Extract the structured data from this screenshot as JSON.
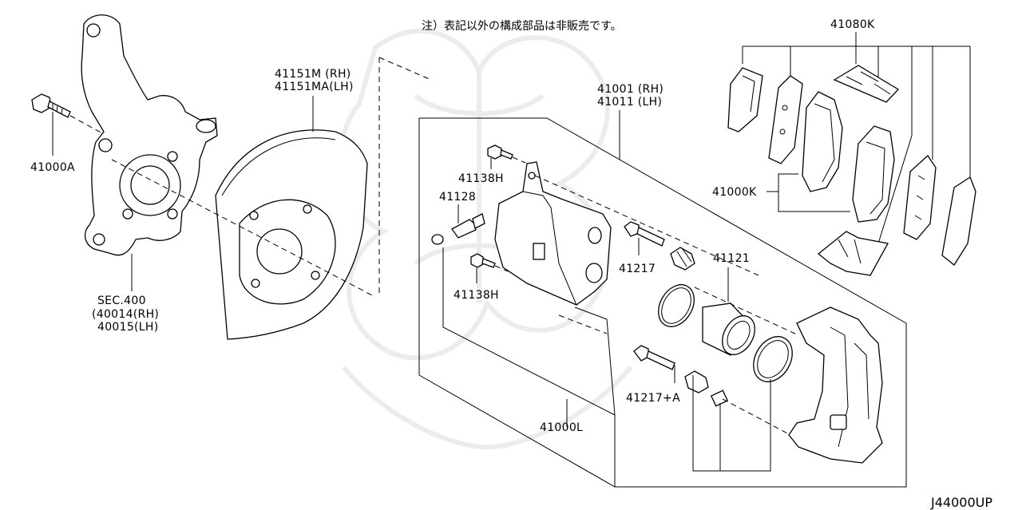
{
  "note": "注）表記以外の構成部品は非販売です。",
  "diagram_code": "J44000UP",
  "labels": {
    "knuckle_bolt": "41000A",
    "sec_title": "SEC.400",
    "sec_rh": "(40014(RH)",
    "sec_lh": "40015(LH)",
    "shield_rh": "41151M (RH)",
    "shield_lh": "41151MA(LH)",
    "caliper_rh": "41001 (RH)",
    "caliper_lh": "41011 (LH)",
    "bleeder_bolt_top": "41138H",
    "bleeder_screw": "41128",
    "bleeder_bolt_bottom": "41138H",
    "pin": "41217",
    "piston": "41121",
    "pin_kit": "41217+A",
    "caliper_assy": "41000L",
    "pad_kit": "41080K",
    "pad_set": "41000K"
  }
}
